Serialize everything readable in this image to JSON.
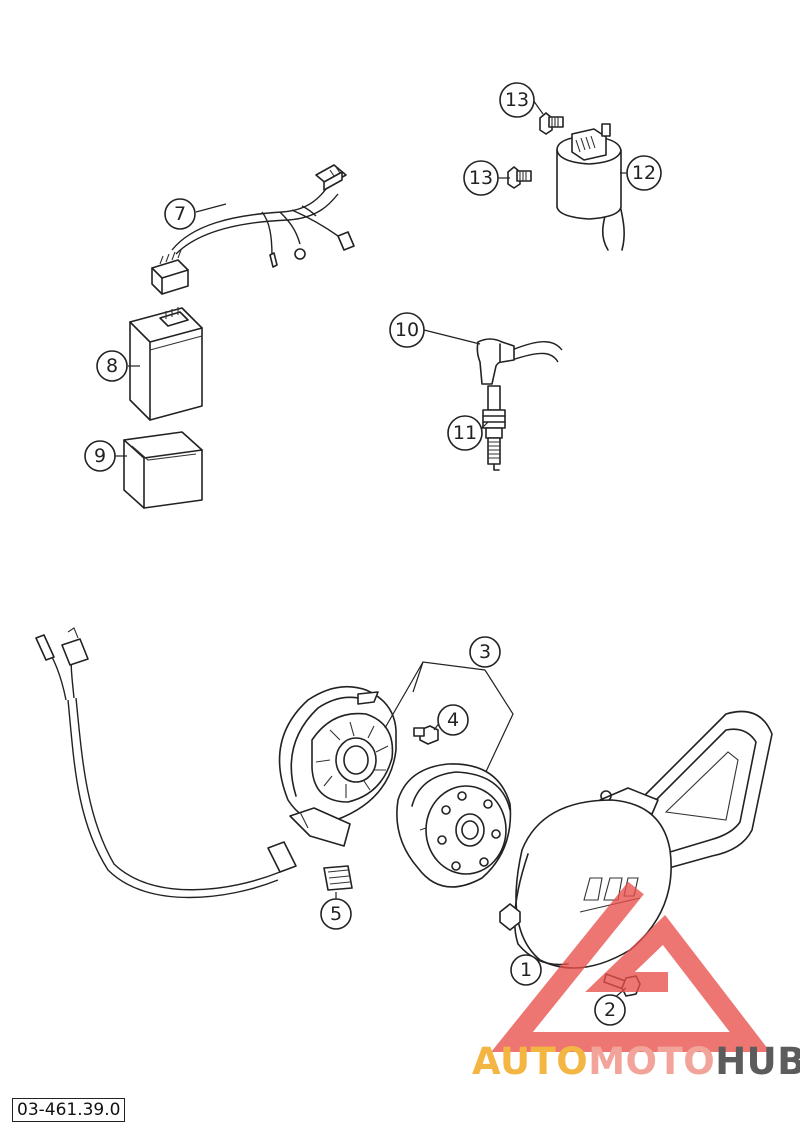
{
  "diagram": {
    "callouts": [
      {
        "label": "1"
      },
      {
        "label": "2"
      },
      {
        "label": "3"
      },
      {
        "label": "4"
      },
      {
        "label": "5"
      },
      {
        "label": "7"
      },
      {
        "label": "8"
      },
      {
        "label": "9"
      },
      {
        "label": "10"
      },
      {
        "label": "11"
      },
      {
        "label": "12"
      },
      {
        "label": "13"
      },
      {
        "label": "13"
      }
    ],
    "reference_code": "03-461.39.0"
  },
  "watermark": {
    "part_a": "AUTO",
    "part_b": "MOTO",
    "part_c": "HUB",
    "color_a": "#f4b642",
    "color_b": "#f2a49a",
    "color_c": "#5c5c5c",
    "triangle_color": "#e8504a"
  }
}
